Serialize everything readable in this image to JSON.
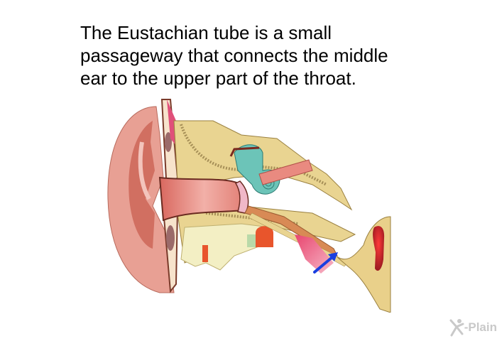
{
  "caption": {
    "line1": "The Eustachian tube is a small",
    "line2": "passageway that connects the middle",
    "line3": "ear to the upper part of the throat."
  },
  "illustration": {
    "subject": "ear-anatomy-cross-section",
    "highlight": "eustachian-tube",
    "arrow_color": "#1a3fe0",
    "colors": {
      "outer_ear": "#e8a094",
      "ear_canal": "#e88f88",
      "bone": "#e9d491",
      "bone_dark": "#b89a55",
      "cochlea": "#6cc4b8",
      "muscle": "#e8456e",
      "throat": "#e9d08a",
      "throat_cavity": "#c8242c"
    }
  },
  "logo": {
    "text": "-Plain",
    "icon": "x-plain-figure-icon"
  }
}
